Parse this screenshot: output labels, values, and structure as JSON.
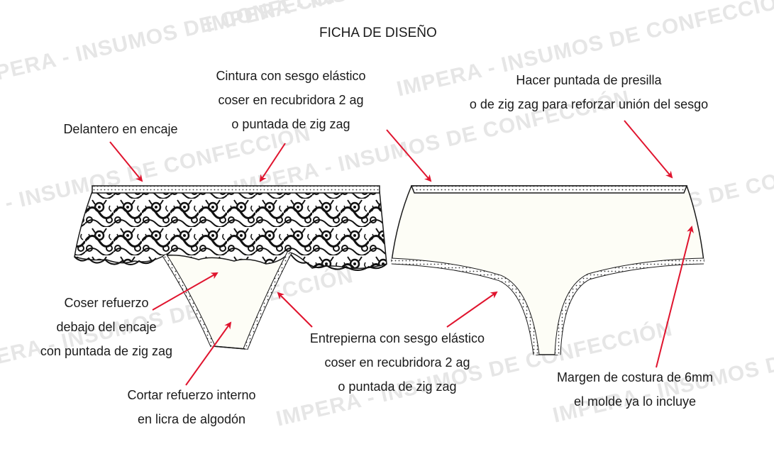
{
  "title": "FICHA DE DISEÑO",
  "watermark": "IMPERA - INSUMOS DE CONFECCIÓN",
  "colors": {
    "arrow": "#e0142e",
    "line": "#1a1a1a",
    "fill": "#fdfdf6",
    "watermark": "#e6e6e6"
  },
  "labels": {
    "delantero": [
      "Delantero en encaje"
    ],
    "cintura": [
      "Cintura con sesgo elástico",
      "coser en recubridora 2 ag",
      "o puntada de zig zag"
    ],
    "presilla": [
      "Hacer puntada de presilla",
      "o de zig zag para reforzar unión del sesgo"
    ],
    "refuerzo": [
      "Coser refuerzo",
      "debajo del encaje",
      "con puntada de zig zag"
    ],
    "entrepierna": [
      "Entrepierna con sesgo elástico",
      "coser en recubridora 2 ag",
      "o puntada de zig zag"
    ],
    "cortar": [
      "Cortar refuerzo interno",
      "en licra de algodón"
    ],
    "margen": [
      "Margen de costura de 6mm",
      "el molde ya lo incluye"
    ]
  }
}
